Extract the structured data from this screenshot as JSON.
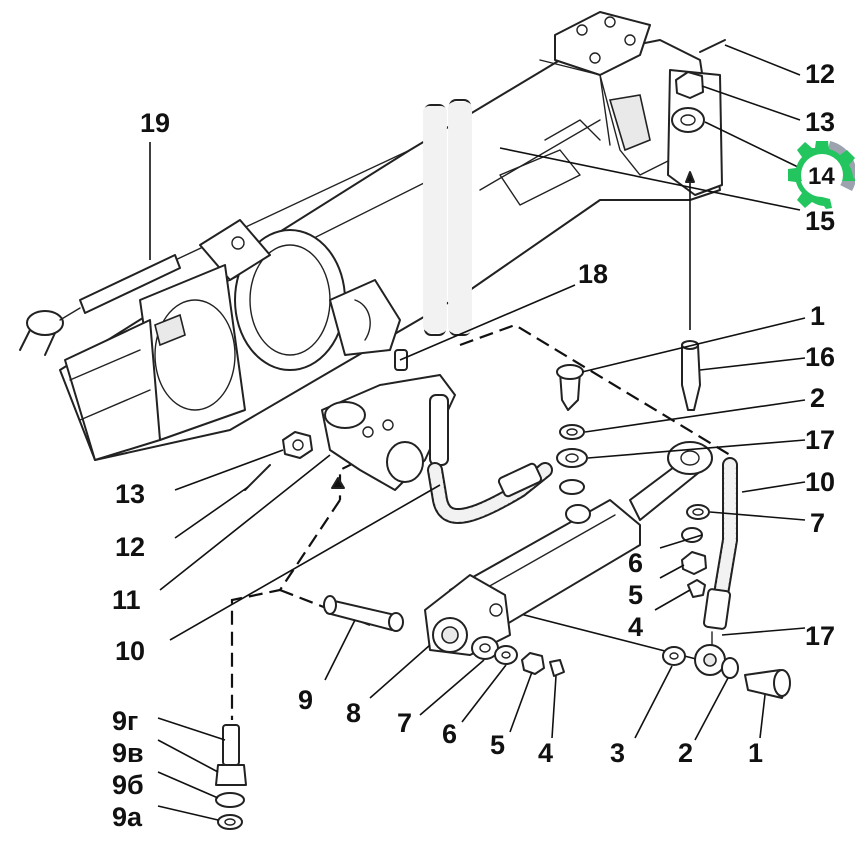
{
  "callouts": {
    "n1_top": "1",
    "n16": "16",
    "n2_top": "2",
    "n17_top": "17",
    "n10_right": "10",
    "n7_right": "7",
    "n6_right": "6",
    "n5_right": "5",
    "n4_right": "4",
    "n17_bottom": "17",
    "n12_top": "12",
    "n13_top": "13",
    "n14": "14",
    "n15": "15",
    "n18": "18",
    "n19": "19",
    "n13_left": "13",
    "n12_left": "12",
    "n11": "11",
    "n10_left": "10",
    "n9": "9",
    "n8": "8",
    "n7_bottom": "7",
    "n6_bottom": "6",
    "n5_bottom": "5",
    "n4_bottom": "4",
    "n3": "3",
    "n2_bottom": "2",
    "n1_bottom": "1",
    "n9g": "9г",
    "n9v": "9в",
    "n9b": "9б",
    "n9a": "9а"
  },
  "badge": {
    "icon": "gear-icon",
    "ring_color": "#22c55e",
    "accent_color": "#9ca3af"
  }
}
